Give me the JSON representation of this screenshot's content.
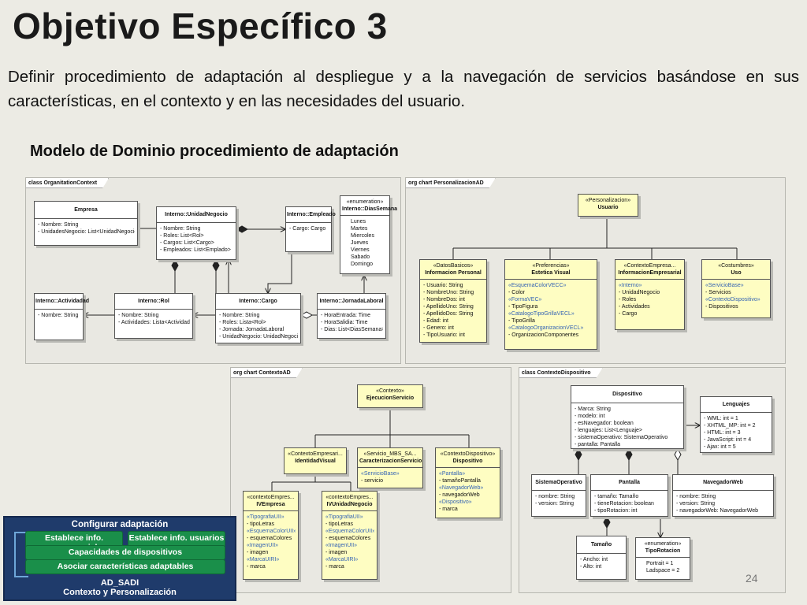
{
  "slide": {
    "title": "Objetivo Específico 3",
    "description": "Definir procedimiento de adaptación al despliegue y a la navegación de servicios basándose en sus características, en el contexto y en las necesidades del usuario.",
    "subtitle": "Modelo de Dominio procedimiento de adaptación",
    "page_number": "24"
  },
  "panels": {
    "organization": "class OrganitationContext",
    "personalizacion": "org chart PersonalizacionAD",
    "contexto": "org chart ContextoAD",
    "dispositivo": "class ContextoDispositivo"
  },
  "org": {
    "empresa": {
      "name": "Empresa",
      "attrs": [
        "- Nombre: String",
        "- UnidadesNegocio: List<UnidadNegocio>"
      ]
    },
    "unidad": {
      "name": "Interno::UnidadNegocio",
      "attrs": [
        "- Nombre: String",
        "- Roles: List<Rol>",
        "- Cargos: List<Cargo>",
        "- Empleados: List<Emplado>"
      ]
    },
    "empleado": {
      "name": "Interno::Empleado",
      "attrs": [
        "- Cargo: Cargo"
      ]
    },
    "dias": {
      "stereotype": "«enumeration»",
      "name": "Interno::DiasSemana",
      "values": [
        "Lunes",
        "Martes",
        "Miercoles",
        "Jueves",
        "Viernes",
        "Sabado",
        "Domingo"
      ]
    },
    "actividad": {
      "name": "Interno::Actividadad",
      "attrs": [
        "- Nombre: String"
      ]
    },
    "rol": {
      "name": "Interno::Rol",
      "attrs": [
        "- Nombre: String",
        "- Actividades: Lista<Actividad>"
      ]
    },
    "cargo": {
      "name": "Interno::Cargo",
      "attrs": [
        "- Nombre: String",
        "- Roles: Lista<Rol>",
        "- Jornada: JornadaLaboral",
        "- UnidadNegocio: UnidadNegocio"
      ]
    },
    "jornada": {
      "name": "Interno::JornadaLaboral",
      "attrs": [
        "- HoraEntrada: Time",
        "- HoraSalidia: Time",
        "- Dias: List<DiasSemana>"
      ]
    }
  },
  "pers": {
    "usuario": {
      "stereotype": "«Personalizacion»",
      "name": "Usuario"
    },
    "datos": {
      "stereotype": "«DatosBasicos»",
      "name": "Informacion Personal",
      "attrs": [
        "- Usuario: String",
        "- NombreUno: String",
        "- NombreDos: int",
        "- ApellidoUno: String",
        "- ApellidoDos: String",
        "- Edad: int",
        "- Genero: int",
        "- TipoUsuario: int"
      ]
    },
    "preferencias": {
      "stereotype": "«Preferencias»",
      "name": "Estetica Visual",
      "rows": [
        {
          "text": "«EsquemaColorVECC»",
          "blue": true
        },
        {
          "text": "- Color",
          "blue": false
        },
        {
          "text": "«FormaVEC»",
          "blue": true
        },
        {
          "text": "- TipoFigura",
          "blue": false
        },
        {
          "text": "«CatalogoTipoGrillaVECL»",
          "blue": true
        },
        {
          "text": "- TipoGrilla",
          "blue": false
        },
        {
          "text": "«CatalogoOrganizacionVECL»",
          "blue": true
        },
        {
          "text": "- OrganizacionComponentes",
          "blue": false
        }
      ]
    },
    "empresarial": {
      "stereotype": "«ContextoEmpresa...",
      "name": "InformacionEmpresarial",
      "rows": [
        {
          "text": "«Interno»",
          "blue": true
        },
        {
          "text": "- UnidadNegocio",
          "blue": false
        },
        {
          "text": "- Roles",
          "blue": false
        },
        {
          "text": "- Actividades",
          "blue": false
        },
        {
          "text": "- Cargo",
          "blue": false
        }
      ]
    },
    "costumbres": {
      "stereotype": "«Costumbres»",
      "name": "Uso",
      "rows": [
        {
          "text": "«ServicioBase»",
          "blue": true
        },
        {
          "text": "- Servicios",
          "blue": false
        },
        {
          "text": "«ContextoDispositivo»",
          "blue": true
        },
        {
          "text": "- Dispositivos",
          "blue": false
        }
      ]
    }
  },
  "ctx": {
    "ejecucion": {
      "stereotype": "«Contexto»",
      "name": "EjecucionServicio"
    },
    "identidad": {
      "stereotype": "«ContextoEmpresari...",
      "name": "IdentidadVisual"
    },
    "caracterizacion": {
      "stereotype": "«Servicio_MBS_SA...",
      "name": "CaracterizacionServicio",
      "rows": [
        {
          "text": "«ServicioBase»",
          "blue": true
        },
        {
          "text": "- servicio",
          "blue": false
        }
      ]
    },
    "dispctx": {
      "stereotype": "«ContextoDispositivo»",
      "name": "Dispositivo",
      "rows": [
        {
          "text": "«Pantalla»",
          "blue": true
        },
        {
          "text": "- tamañoPantalla",
          "blue": false
        },
        {
          "text": "«NavegadorWeb»",
          "blue": true
        },
        {
          "text": "- navegadorWeb",
          "blue": false
        },
        {
          "text": "«Dispositivo»",
          "blue": true
        },
        {
          "text": "- marca",
          "blue": false
        }
      ]
    },
    "ivempresa": {
      "stereotype": "«contextoEmpres...",
      "name": "IVEmpresa",
      "rows": [
        {
          "text": "«TipografiaUII»",
          "blue": true
        },
        {
          "text": "- tipoLetras",
          "blue": false
        },
        {
          "text": "«EsquemaColorUII»",
          "blue": true
        },
        {
          "text": "- esquemaColores",
          "blue": false
        },
        {
          "text": "«ImagenUII»",
          "blue": true
        },
        {
          "text": "- imagen",
          "blue": false
        },
        {
          "text": "«MarcaUIRI»",
          "blue": true
        },
        {
          "text": "- marca",
          "blue": false
        }
      ]
    },
    "ivunidad": {
      "stereotype": "«contextoEmpres...",
      "name": "IVUnidadNegocio",
      "rows": [
        {
          "text": "«TipografiaUII»",
          "blue": true
        },
        {
          "text": "- tipoLetras",
          "blue": false
        },
        {
          "text": "«EsquemaColorUII»",
          "blue": true
        },
        {
          "text": "- esquemaColores",
          "blue": false
        },
        {
          "text": "«ImagenUII»",
          "blue": true
        },
        {
          "text": "- imagen",
          "blue": false
        },
        {
          "text": "«MarcaUIRI»",
          "blue": true
        },
        {
          "text": "- marca",
          "blue": false
        }
      ]
    }
  },
  "disp": {
    "dispositivo": {
      "name": "Dispositivo",
      "attrs": [
        "- Marca: String",
        "- modelo: int",
        "- esNavegador: boolean",
        "- lenguajes: List<Lenguaje>",
        "- sistemaOperativo: SistemaOperativo",
        "- pantalla: Pantalla"
      ]
    },
    "lenguajes": {
      "name": "Lenguajes",
      "attrs": [
        "- WML: int = 1",
        "- XHTML_MP: int = 2",
        "- HTML: int = 3",
        "- JavaScript: int = 4",
        "- Ajax: int = 5"
      ]
    },
    "so": {
      "name": "SistemaOperativo",
      "attrs": [
        "- nombre: String",
        "- version: String"
      ]
    },
    "pantalla": {
      "name": "Pantalla",
      "attrs": [
        "- tamaño: Tamaño",
        "- tieneRotacion: boolean",
        "- tipoRotacion: int"
      ]
    },
    "navegador": {
      "name": "NavegadorWeb",
      "attrs": [
        "- nombre: String",
        "- version: String",
        "- navegadorWeb: NavegadorWeb"
      ]
    },
    "tamano": {
      "name": "Tamaño",
      "attrs": [
        "- Ancho: int",
        "- Alto: int"
      ]
    },
    "rotacion": {
      "stereotype": "«enumeration»",
      "name": "TipoRotacion",
      "values": [
        "Portrait = 1",
        "Ladspace = 2"
      ]
    }
  },
  "usecase": {
    "title": "Configurar adaptación",
    "buttons": [
      "Establece info. empresarial",
      "Establece info. usuarios",
      "Capacidades de dispositivos",
      "Asociar características adaptables"
    ],
    "footer_line1": "AD_SADI",
    "footer_line2": "Contexto y Personalización"
  }
}
